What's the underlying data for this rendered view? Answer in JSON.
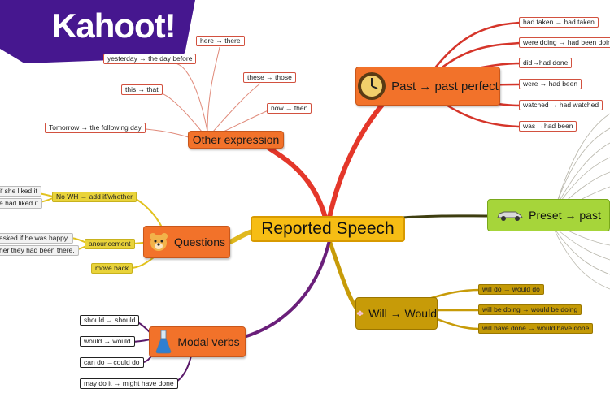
{
  "logo": {
    "text": "Kahoot!",
    "bg_color": "#46178f"
  },
  "center": {
    "label": "Reported Speech"
  },
  "branches": {
    "other": {
      "label": "Other expression",
      "leaves": [
        "here → there",
        "yesterday → the day before",
        "these → those",
        "this → that",
        "now → then",
        "Tomorrow → the following day"
      ]
    },
    "past": {
      "label": "Past  → past perfect",
      "icon": "clock-icon",
      "leaves": [
        "had taken → had taken",
        "were doing → had been doing",
        "did→had done",
        "were → had been",
        "watched → had watched",
        "was →had been"
      ]
    },
    "preset": {
      "label": "Preset → past",
      "icon": "car-icon"
    },
    "questions": {
      "label": "Questions",
      "icon": "bear-face-icon",
      "leaves": [
        "No WH → add if/whether",
        "anouncement",
        "move back",
        "if she liked it",
        "e had liked it",
        "asked if he was happy.",
        "her they had been there."
      ]
    },
    "will": {
      "label": "Will → Would",
      "icon": "flower-icon",
      "leaves": [
        "will do → would do",
        "will be doing → would be doing",
        "will have done → would have done"
      ]
    },
    "modal": {
      "label": "Modal verbs",
      "icon": "flask-icon",
      "leaves": [
        "should → should",
        "would → would",
        "can do  →could do",
        "may do it → might have done"
      ]
    }
  },
  "colors": {
    "orange": "#f2722a",
    "center": "#f6bd14",
    "red_branch": "#e0392c",
    "purple_branch": "#6a1f7a",
    "gold_branch": "#c79b08",
    "green_branch": "#a6d53a"
  }
}
